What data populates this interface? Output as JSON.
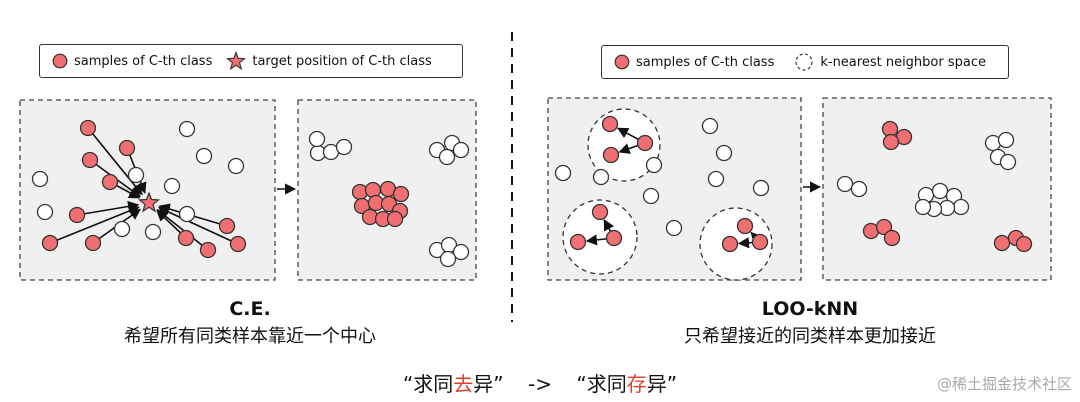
{
  "colors": {
    "sample_fill": "#ef6f72",
    "sample_stroke": "#333333",
    "highlight": "#e0412f",
    "arrow": "#111111",
    "watermark": "#a9a9a9"
  },
  "left": {
    "legend": {
      "samples_label": "samples of C-th class",
      "target_label": "target position of C-th class"
    },
    "title": "C.E.",
    "subtitle": "希望所有同类样本靠近一个中心"
  },
  "right": {
    "legend": {
      "samples_label": "samples of C-th class",
      "neighbor_label": "k-nearest neighbor space"
    },
    "title": "LOO-kNN",
    "subtitle": "只希望接近的同类样本更加接近"
  },
  "bottom": {
    "q1_open": "“求同",
    "q1_red": "去",
    "q1_close": "异”",
    "arrow": "->",
    "q2_open": "“求同",
    "q2_red": "存",
    "q2_close": "异”"
  },
  "watermark": "@稀土掘金技术社区"
}
